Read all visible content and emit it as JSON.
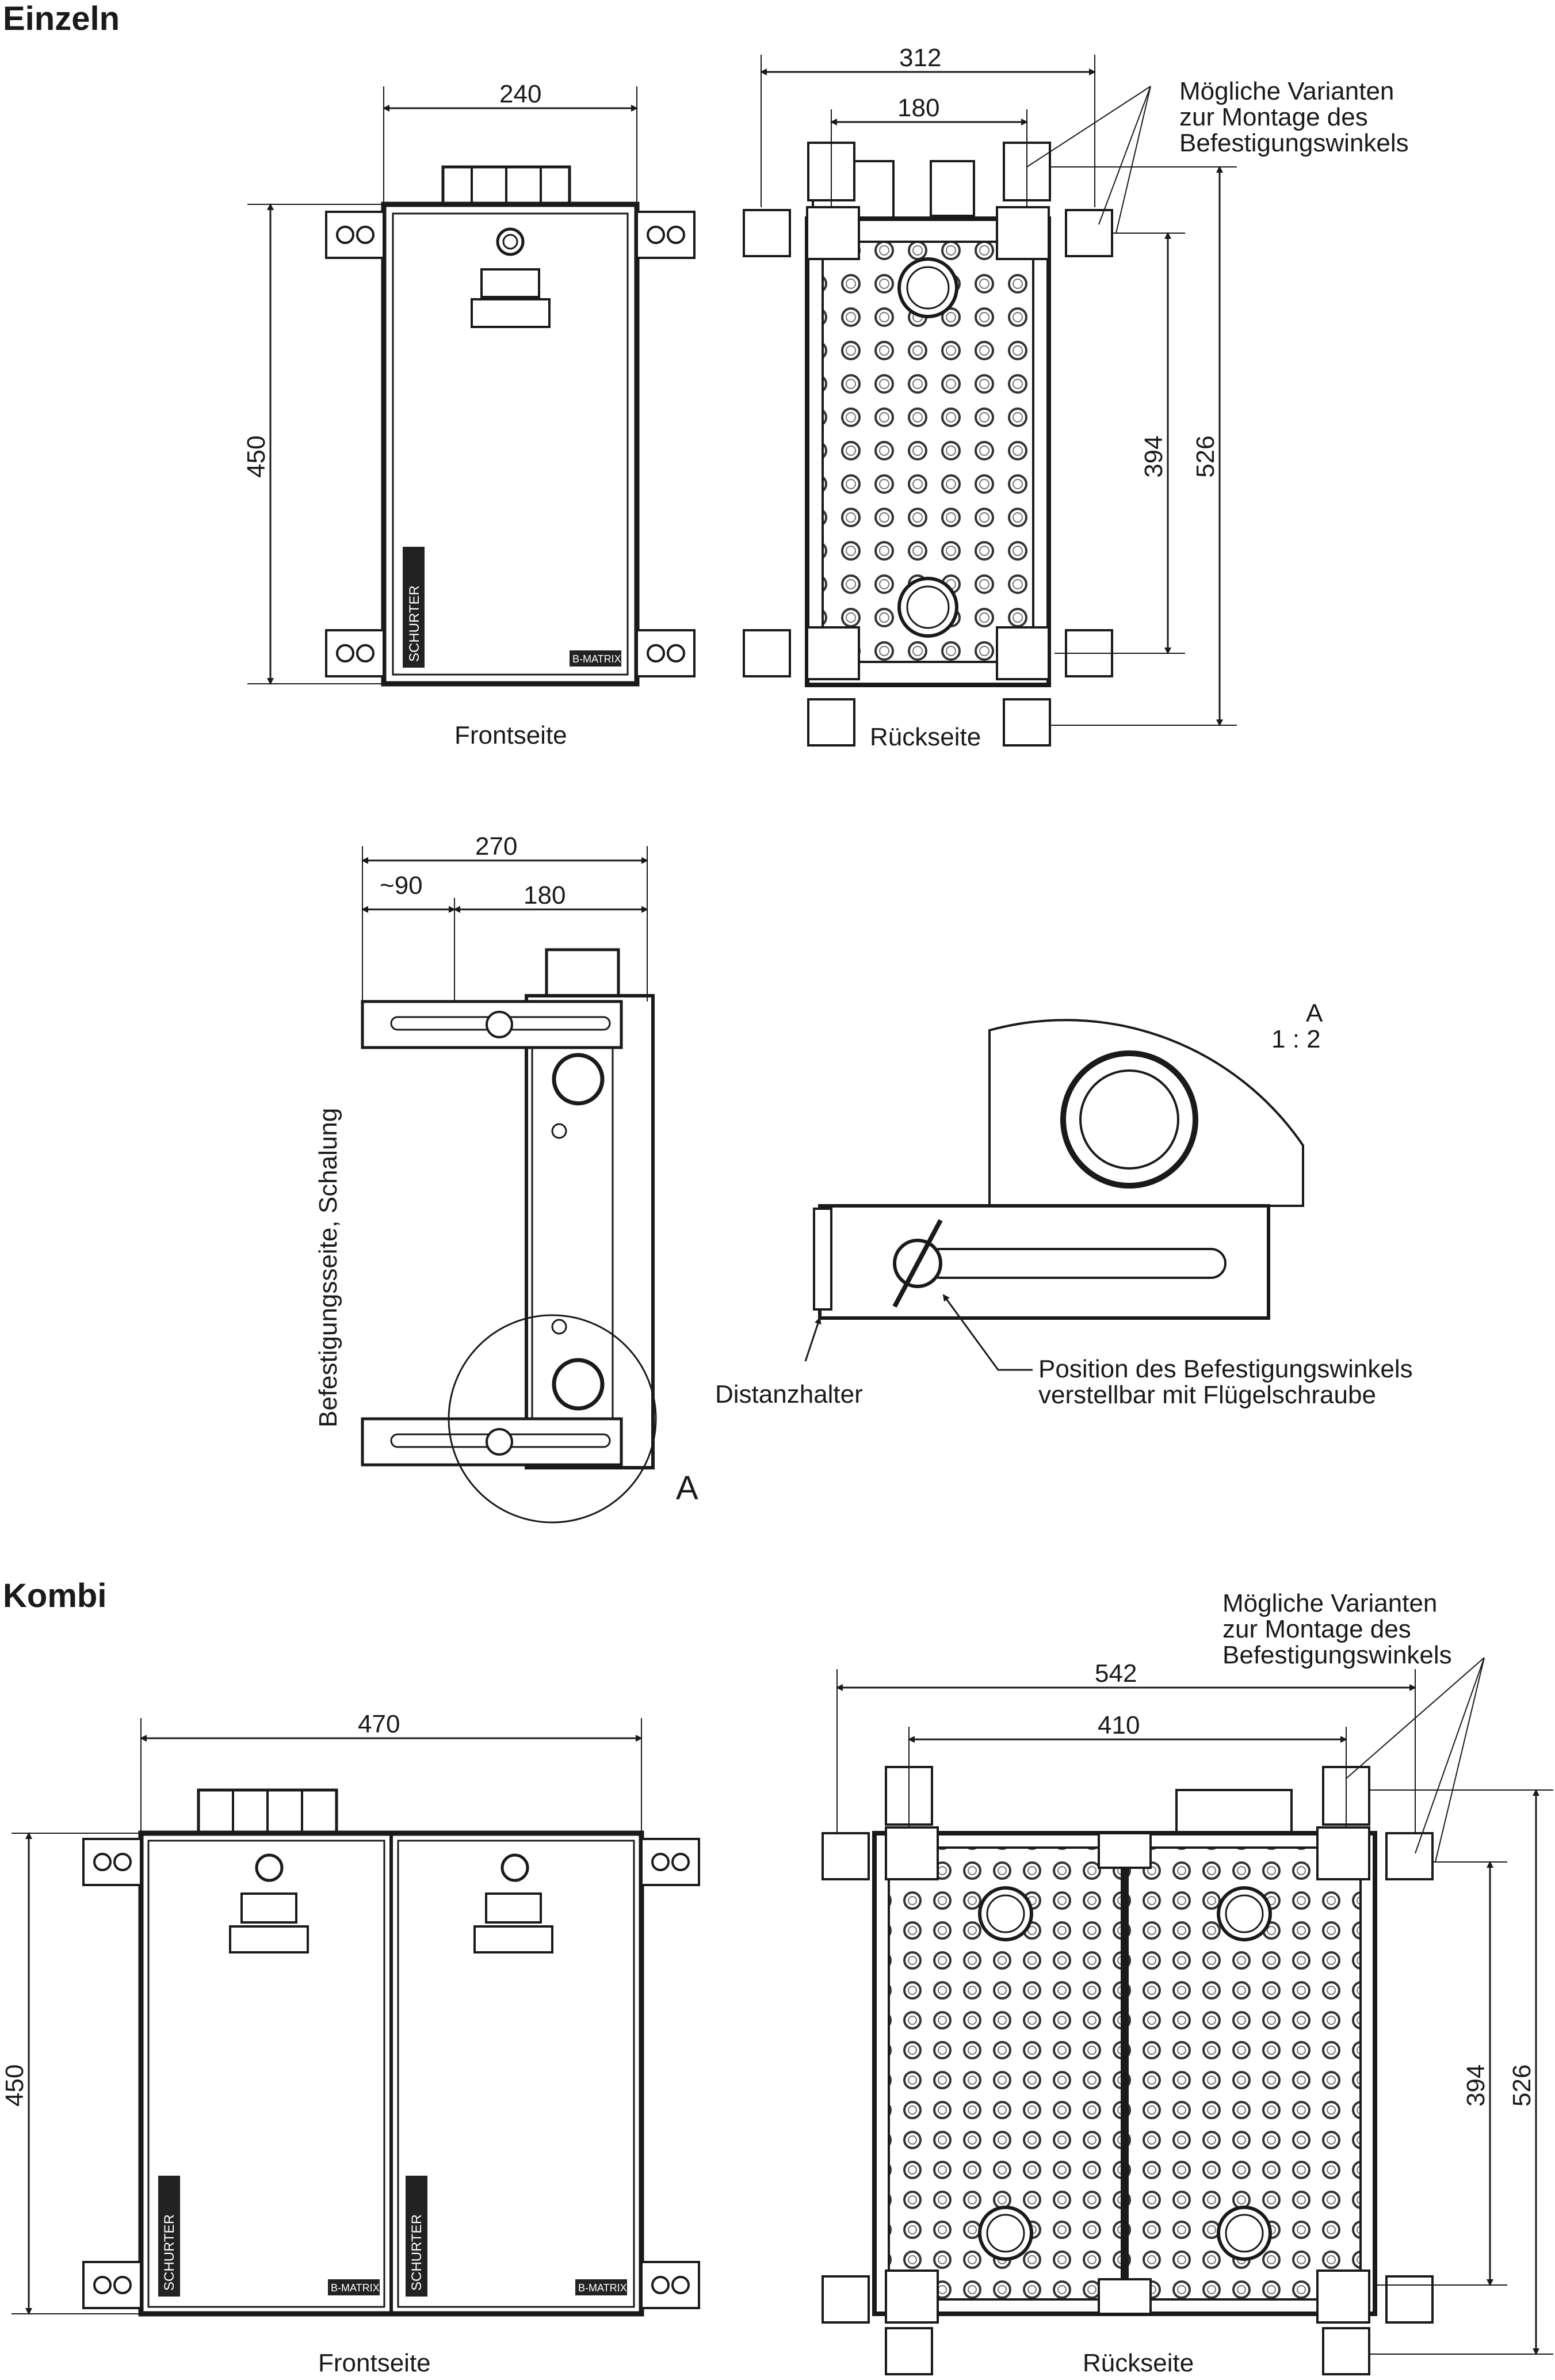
{
  "sections": {
    "einzeln": "Einzeln",
    "kombi": "Kombi"
  },
  "einzeln": {
    "front_label": "Frontseite",
    "back_label": "Rückseite",
    "dim_front_width": "240",
    "dim_front_height": "450",
    "dim_back_outer": "312",
    "dim_back_inner": "180",
    "dim_back_h1": "394",
    "dim_back_h2": "526",
    "variants_line1": "Mögliche Varianten",
    "variants_line2": "zur Montage des",
    "variants_line3": "Befestigungswinkels",
    "brand": "SCHURTER",
    "model": "B-MATRIX"
  },
  "side": {
    "dim_total": "270",
    "dim_left": "~90",
    "dim_right": "180",
    "vertical_label": "Befestigungsseite, Schalung",
    "detail_marker": "A"
  },
  "detail": {
    "title": "A",
    "scale": "1 : 2",
    "spacer_label": "Distanzhalter",
    "position_line1": "Position des Befestigungswinkels",
    "position_line2": "verstellbar mit Flügelschraube"
  },
  "kombi": {
    "front_label": "Frontseite",
    "back_label": "Rückseite",
    "dim_front_width": "470",
    "dim_front_height": "450",
    "dim_back_outer": "542",
    "dim_back_inner": "410",
    "dim_back_h1": "394",
    "dim_back_h2": "526",
    "variants_line1": "Mögliche Varianten",
    "variants_line2": "zur Montage des",
    "variants_line3": "Befestigungswinkels",
    "brand": "SCHURTER",
    "model": "B-MATRIX"
  }
}
